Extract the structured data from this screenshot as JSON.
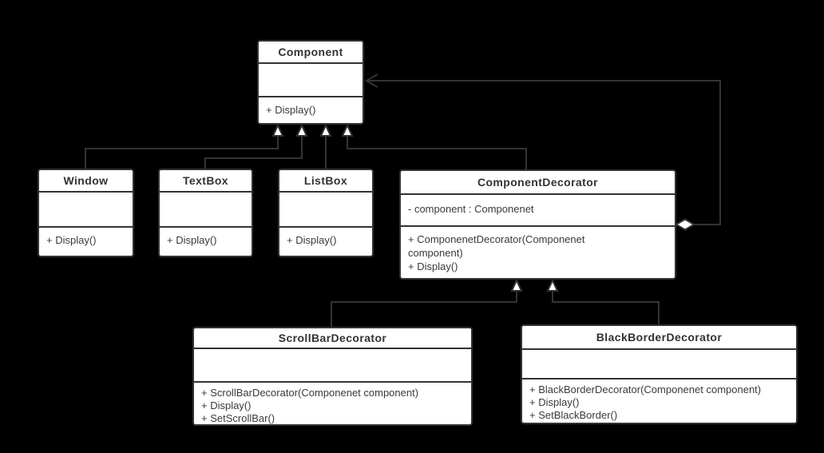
{
  "diagram": {
    "type": "uml-class-diagram",
    "pattern": "Decorator",
    "palette": {
      "background": "#000000",
      "box_fill": "#ffffff",
      "stroke": "#333333",
      "text": "#3a3a3a"
    }
  },
  "classes": [
    {
      "name": "Component",
      "attributes": [],
      "methods": [
        "+ Display()"
      ]
    },
    {
      "name": "Window",
      "attributes": [],
      "methods": [
        "+ Display()"
      ]
    },
    {
      "name": "TextBox",
      "attributes": [],
      "methods": [
        "+ Display()"
      ]
    },
    {
      "name": "ListBox",
      "attributes": [],
      "methods": [
        "+ Display()"
      ]
    },
    {
      "name": "ComponentDecorator",
      "attributes": [
        "- component : Componenet"
      ],
      "methods": [
        "+ ComponenetDecorator(Componenet component)",
        "+ Display()"
      ]
    },
    {
      "name": "ScrollBarDecorator",
      "attributes": [],
      "methods": [
        "+ ScrollBarDecorator(Componenet component)",
        "+ Display()",
        "+ SetScrollBar()"
      ]
    },
    {
      "name": "BlackBorderDecorator",
      "attributes": [],
      "methods": [
        "+ BlackBorderDecorator(Componenet component)",
        "+ Display()",
        "+ SetBlackBorder()"
      ]
    }
  ],
  "relationships": [
    {
      "type": "generalization",
      "from": "Window",
      "to": "Component"
    },
    {
      "type": "generalization",
      "from": "TextBox",
      "to": "Component"
    },
    {
      "type": "generalization",
      "from": "ListBox",
      "to": "Component"
    },
    {
      "type": "generalization",
      "from": "ComponentDecorator",
      "to": "Component"
    },
    {
      "type": "generalization",
      "from": "ScrollBarDecorator",
      "to": "ComponentDecorator"
    },
    {
      "type": "generalization",
      "from": "BlackBorderDecorator",
      "to": "ComponentDecorator"
    },
    {
      "type": "aggregation",
      "from": "ComponentDecorator",
      "to": "Component"
    }
  ]
}
